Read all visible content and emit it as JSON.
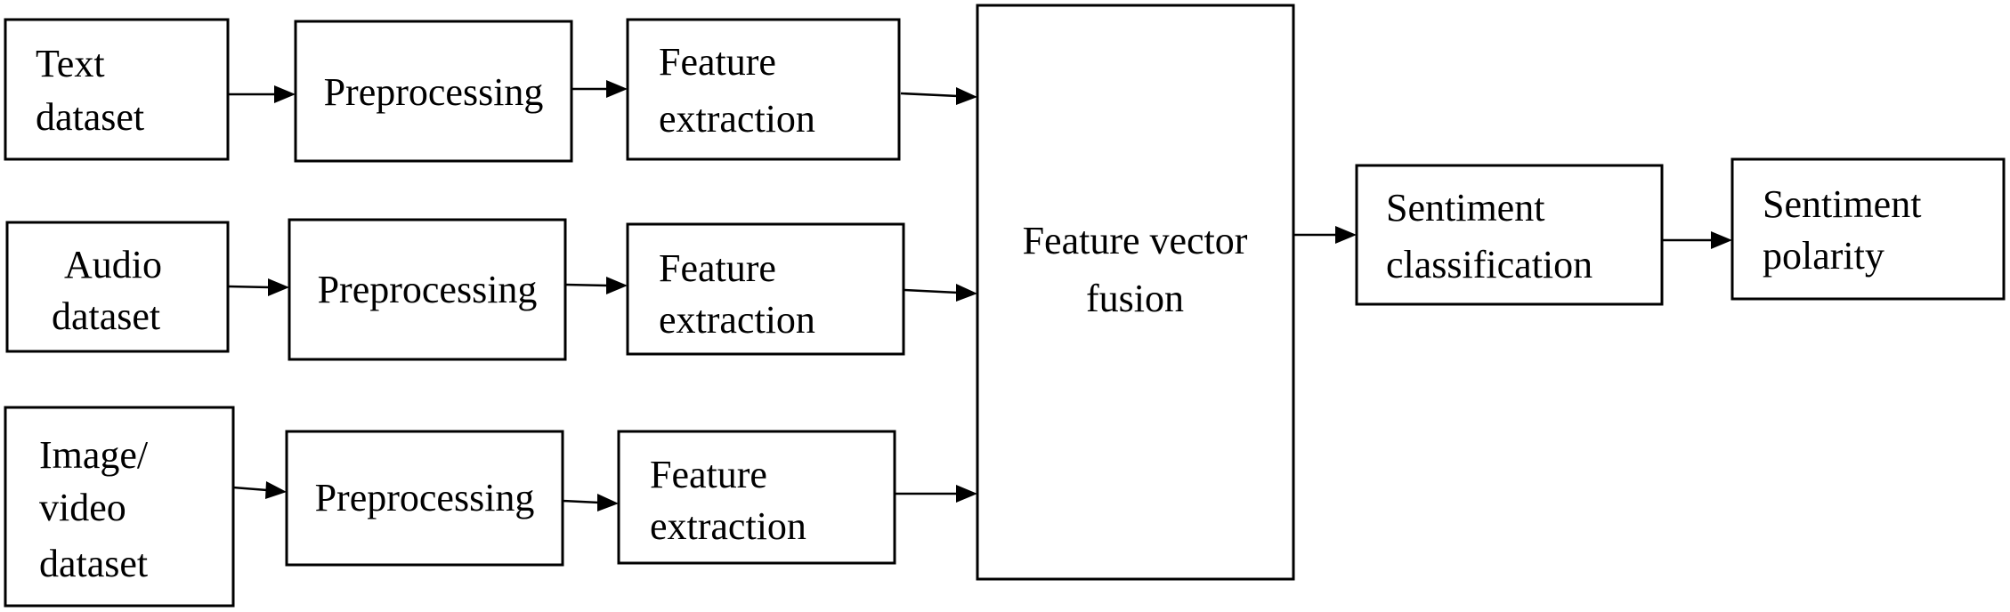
{
  "diagram": {
    "row_text": {
      "source": [
        "Text",
        "dataset"
      ],
      "preprocessing": "Preprocessing",
      "feature": [
        "Feature",
        "extraction"
      ]
    },
    "row_audio": {
      "source": [
        "Audio",
        "dataset"
      ],
      "preprocessing": "Preprocessing",
      "feature": [
        "Feature",
        "extraction"
      ]
    },
    "row_image": {
      "source": [
        "Image/",
        "video",
        "dataset"
      ],
      "preprocessing": "Preprocessing",
      "feature": [
        "Feature",
        "extraction"
      ]
    },
    "fusion": [
      "Feature vector",
      "fusion"
    ],
    "classification": [
      "Sentiment",
      "classification"
    ],
    "polarity": [
      "Sentiment",
      "polarity"
    ]
  },
  "colors": {
    "stroke": "#000000",
    "background": "#ffffff"
  }
}
